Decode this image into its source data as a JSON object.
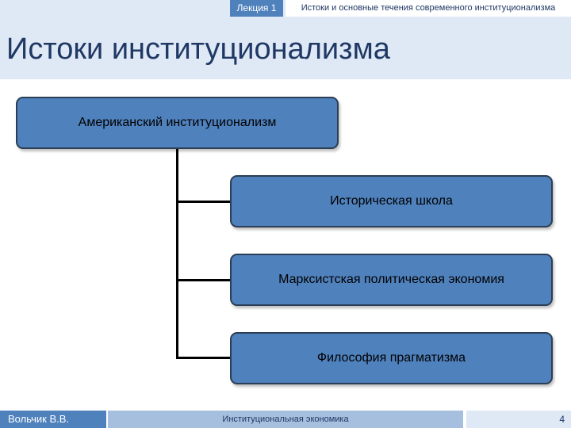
{
  "header": {
    "lecture_label": "Лекция 1",
    "topic": "Истоки и основные течения современного институционализма"
  },
  "slide": {
    "title": "Истоки институционализма"
  },
  "diagram": {
    "root": "Американский институционализм",
    "children": [
      "Историческая школа",
      "Марксистская политическая экономия",
      "Философия прагматизма"
    ]
  },
  "footer": {
    "author": "Вольчик В.В.",
    "course": "Институциональная экономика",
    "page_number": "4"
  },
  "colors": {
    "accent": "#4f81bd",
    "title_band": "#dfe8f5",
    "footer_mid": "#a7bfde",
    "title_text": "#1f3864"
  }
}
